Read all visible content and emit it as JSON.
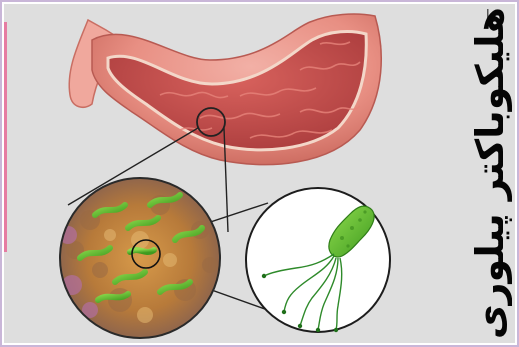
{
  "title": "هلیکوباکتر پیلوری",
  "colors": {
    "frame": "#c9b6d8",
    "background": "#dedede",
    "stomach_outer": "#e88f83",
    "stomach_inner": "#c24c4a",
    "bacteria_green": "#5fb82e",
    "pink_strip": "#e85a8d"
  },
  "illustrations": [
    "stomach-cross-section",
    "microscope-zoom-circle",
    "helicobacter-bacterium-drawing"
  ]
}
